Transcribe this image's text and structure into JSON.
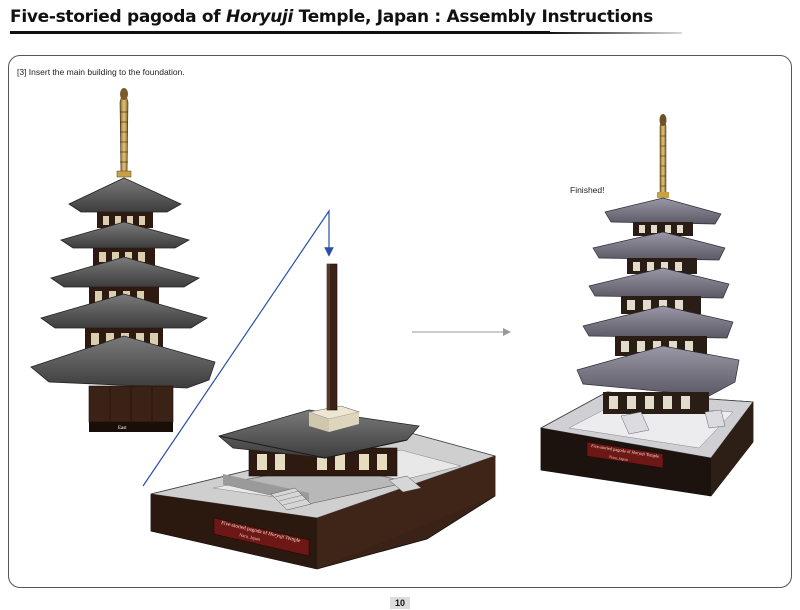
{
  "header": {
    "title_part1": "Five-storied pagoda of ",
    "title_italic": "Horyuji",
    "title_part2": " Temple, Japan : Assembly Instructions"
  },
  "instructions": {
    "step": "[3] Insert the main building to the foundation.",
    "finished": "Finished!"
  },
  "signs": {
    "east_label": "East",
    "sign_title_1": "Five-storied pagoda of ",
    "sign_title_italic": "Horyuji",
    "sign_title_2": " Temple",
    "sign_subtitle": "Nara, Japan"
  },
  "colors": {
    "arrow_blue": "#2b4fa8",
    "roof_gray": "#5e5e5e",
    "wood_brown": "#3b2216",
    "sign_red": "#6e1717",
    "accent_gold": "#c9a04a"
  },
  "footer": {
    "page_number": "10"
  }
}
